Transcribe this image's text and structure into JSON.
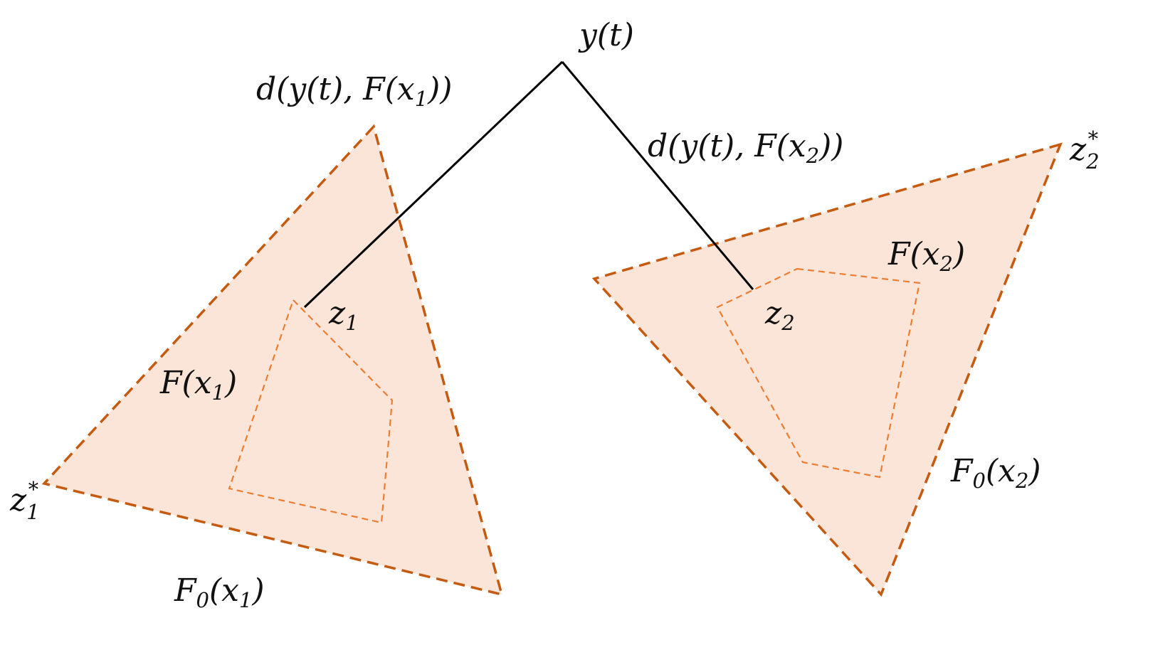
{
  "colors": {
    "region_fill": "#fbe5d8",
    "outer_border": "#c55a11",
    "inner_border": "#ed7d31",
    "connector": "#000000",
    "text": "#111111"
  },
  "labels": {
    "y_t": {
      "base": "y(t)"
    },
    "d1": {
      "pre": "d(y(t), F(x",
      "sub": "1",
      "post": "))"
    },
    "d2": {
      "pre": "d(y(t), F(x",
      "sub": "2",
      "post": "))"
    },
    "z1": {
      "base": "z",
      "sub": "1"
    },
    "z2": {
      "base": "z",
      "sub": "2"
    },
    "z1_star": {
      "base": "z",
      "sub": "1",
      "sup": "*"
    },
    "z2_star": {
      "base": "z",
      "sub": "2",
      "sup": "*"
    },
    "F_x1": {
      "pre": "F(x",
      "sub": "1",
      "post": ")"
    },
    "F_x2": {
      "pre": "F(x",
      "sub": "2",
      "post": ")"
    },
    "F0_x1": {
      "pre": "F",
      "sub0": "0",
      "mid": "(x",
      "sub": "1",
      "post": ")"
    },
    "F0_x2": {
      "pre": "F",
      "sub0": "0",
      "mid": "(x",
      "sub": "2",
      "post": ")"
    }
  }
}
